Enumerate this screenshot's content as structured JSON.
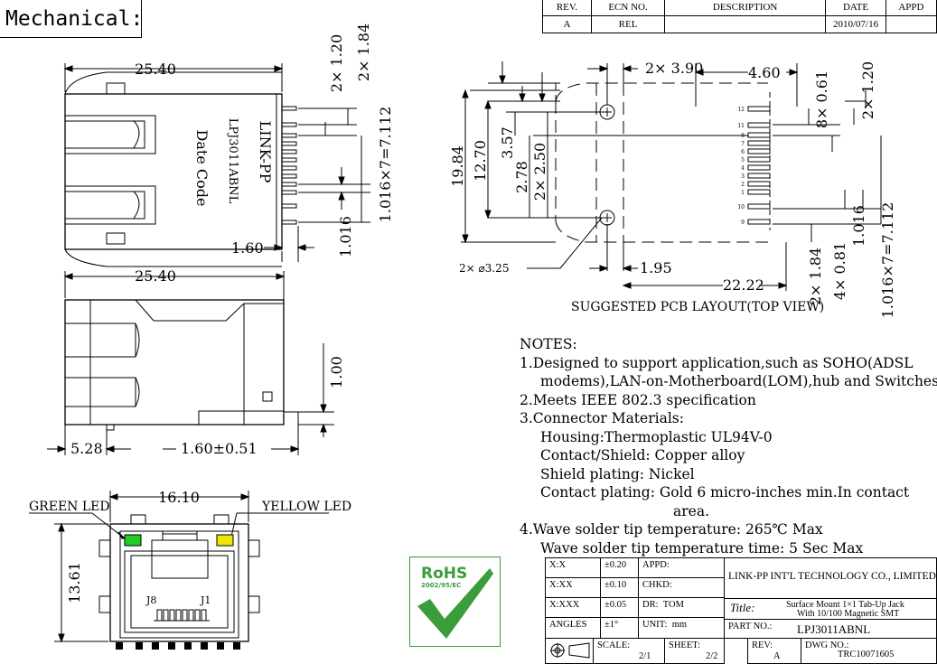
{
  "title": "Mechanical:",
  "revision_table": {
    "headers": [
      "REV.",
      "ECN NO.",
      "DESCRIPTION",
      "DATE",
      "APPD"
    ],
    "row": [
      "A",
      "REL",
      "",
      "2010/07/16",
      ""
    ]
  },
  "top_view": {
    "dim_width": "25.40",
    "dim_pin_a": "2× 1.20",
    "dim_pin_b": "2× 1.84",
    "dim_pitch": "1.016×7=7.112",
    "dim_pitch_single": "1.016",
    "dim_offset": "1.60",
    "label_brand": "LINK-PP",
    "label_part": "LPJ3011ABNL",
    "label_date": "Date Code"
  },
  "side_view": {
    "dim_width": "25.40",
    "dim_height": "1.00",
    "dim_left": "5.28",
    "dim_tol": "1.60±0.51"
  },
  "front_view": {
    "dim_width": "16.10",
    "dim_height": "13.61",
    "label_green": "GREEN LED",
    "label_yellow": "YELLOW LED",
    "label_j8": "J8",
    "label_j1": "J1",
    "led_green": "#22cc22",
    "led_yellow": "#f2e600"
  },
  "pcb_layout": {
    "dim_hole_pitch": "2× 3.90",
    "dim_460": "4.60",
    "dim_061": "8× 0.61",
    "dim_120": "2× 1.20",
    "dim_1984": "19.84",
    "dim_1270": "12.70",
    "dim_357": "3.57",
    "dim_278": "2.78",
    "dim_250": "2× 2.50",
    "dim_hole": "2× ⌀3.25",
    "dim_195": "1.95",
    "dim_2222": "22.22",
    "dim_184": "2× 1.84",
    "dim_081": "4× 0.81",
    "dim_1016": "1.016",
    "dim_pitch": "1.016×7=7.112",
    "caption": "SUGGESTED PCB LAYOUT(TOP VIEW)",
    "pad_numbers": [
      "12",
      "11",
      "8",
      "7",
      "6",
      "5",
      "4",
      "3",
      "2",
      "1",
      "10",
      "9"
    ]
  },
  "notes": {
    "heading": "NOTES:",
    "lines": [
      "1.Designed to support application,such as SOHO(ADSL",
      "modems),LAN-on-Motherboard(LOM),hub and Switches.",
      "2.Meets IEEE 802.3 specification",
      "3.Connector Materials:",
      "Housing:Thermoplastic UL94V-0",
      "Contact/Shield: Copper alloy",
      "Shield plating: Nickel",
      "Contact plating: Gold 6 micro-inches min.In contact",
      "area.",
      "4.Wave solder tip temperature: 265℃ Max",
      "Wave solder tip temperature time: 5 Sec Max"
    ]
  },
  "rohs": {
    "label": "RoHS",
    "directive": "2002/95/EC",
    "color": "#3a9d3a"
  },
  "title_block": {
    "tol_x": "X:X",
    "tol_x_v": "±0.20",
    "tol_xx": "X:XX",
    "tol_xx_v": "±0.10",
    "tol_xxx": "X:XXX",
    "tol_xxx_v": "±0.05",
    "angles": "ANGLES",
    "angles_v": "±1°",
    "appd": "APPD:",
    "chkd": "CHKD:",
    "dr": "DR:",
    "dr_v": "TOM",
    "unit": "UNIT:",
    "unit_v": "mm",
    "company": "LINK-PP INT'L TECHNOLOGY CO., LIMITED",
    "title_label": "Title:",
    "title_line1": "Surface Mount 1×1 Tab-Up Jack",
    "title_line2": "With 10/100 Magnetic SMT",
    "part_label": "PART NO.:",
    "part_no": "LPJ3011ABNL",
    "scale": "SCALE:",
    "scale_v": "2/1",
    "sheet": "SHEET:",
    "sheet_v": "2/2",
    "rev": "REV:",
    "rev_v": "A",
    "dwg": "DWG NO.:",
    "dwg_v": "TRC10071605"
  }
}
